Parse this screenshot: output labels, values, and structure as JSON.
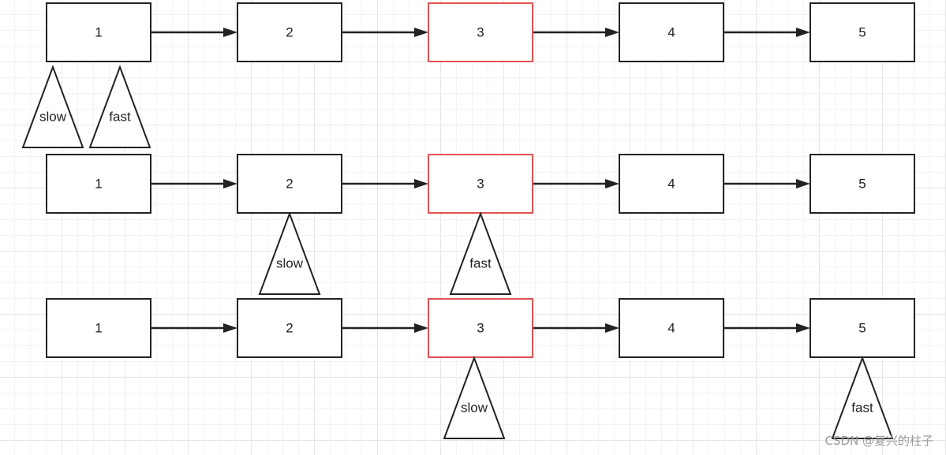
{
  "rows": [
    {
      "nodes": [
        "1",
        "2",
        "3",
        "4",
        "5"
      ],
      "highlighted_node": 2,
      "pointers": [
        {
          "label": "slow",
          "at_node": 0
        },
        {
          "label": "fast",
          "at_node": 0
        }
      ]
    },
    {
      "nodes": [
        "1",
        "2",
        "3",
        "4",
        "5"
      ],
      "highlighted_node": 2,
      "pointers": [
        {
          "label": "slow",
          "at_node": 1
        },
        {
          "label": "fast",
          "at_node": 2
        }
      ]
    },
    {
      "nodes": [
        "1",
        "2",
        "3",
        "4",
        "5"
      ],
      "highlighted_node": 2,
      "pointers": [
        {
          "label": "slow",
          "at_node": 2
        },
        {
          "label": "fast",
          "at_node": 4
        }
      ]
    }
  ],
  "colors": {
    "box_stroke": "#222222",
    "highlight_stroke": "#e05252"
  },
  "watermark": "CSDN @复兴的柱子"
}
